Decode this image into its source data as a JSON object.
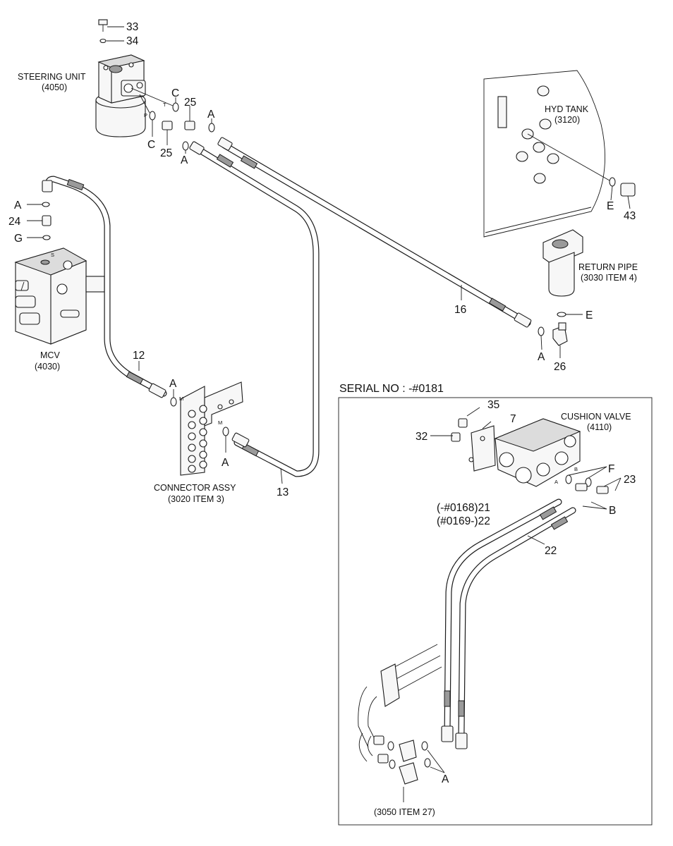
{
  "components": {
    "steering_unit": {
      "name": "STEERING UNIT",
      "ref": "(4050)",
      "port_t": "T",
      "port_p": "P"
    },
    "hyd_tank": {
      "name": "HYD TANK",
      "ref": "(3120)"
    },
    "return_pipe": {
      "name": "RETURN PIPE",
      "ref": "(3030 ITEM 4)"
    },
    "mcv": {
      "name": "MCV",
      "ref": "(4030)",
      "port_s": "S"
    },
    "connector_assy": {
      "name": "CONNECTOR ASSY",
      "ref": "(3020 ITEM 3)",
      "port_m": "M"
    },
    "cushion_valve": {
      "name": "CUSHION VALVE",
      "ref": "(4110)",
      "port_a": "A",
      "port_b": "B"
    },
    "item_27": {
      "ref": "(3050 ITEM 27)"
    }
  },
  "serial": "SERIAL NO : -#0181",
  "callouts": {
    "bolt_33": "33",
    "washer_34": "34",
    "c_upper": "C",
    "c_lower": "C",
    "fitting_25_upper": "25",
    "fitting_25_lower": "25",
    "a_top": "A",
    "a_top2": "A",
    "a_mcv": "A",
    "fitting_24": "24",
    "g_mcv": "G",
    "hose_12": "12",
    "a_conn_upper": "A",
    "a_conn_lower": "A",
    "hose_13": "13",
    "hose_16": "16",
    "e_tank": "E",
    "plug_43": "43",
    "e_return": "E",
    "a_elbow": "A",
    "elbow_26": "26",
    "bolt_35": "35",
    "plate_7": "7",
    "bolt_32": "32",
    "f_cushion": "F",
    "fitting_23": "23",
    "b_cushion": "B",
    "hose_21": "(-#0168)21",
    "hose_22_serial": "(#0169-)22",
    "hose_22": "22",
    "a_cooler": "A"
  }
}
